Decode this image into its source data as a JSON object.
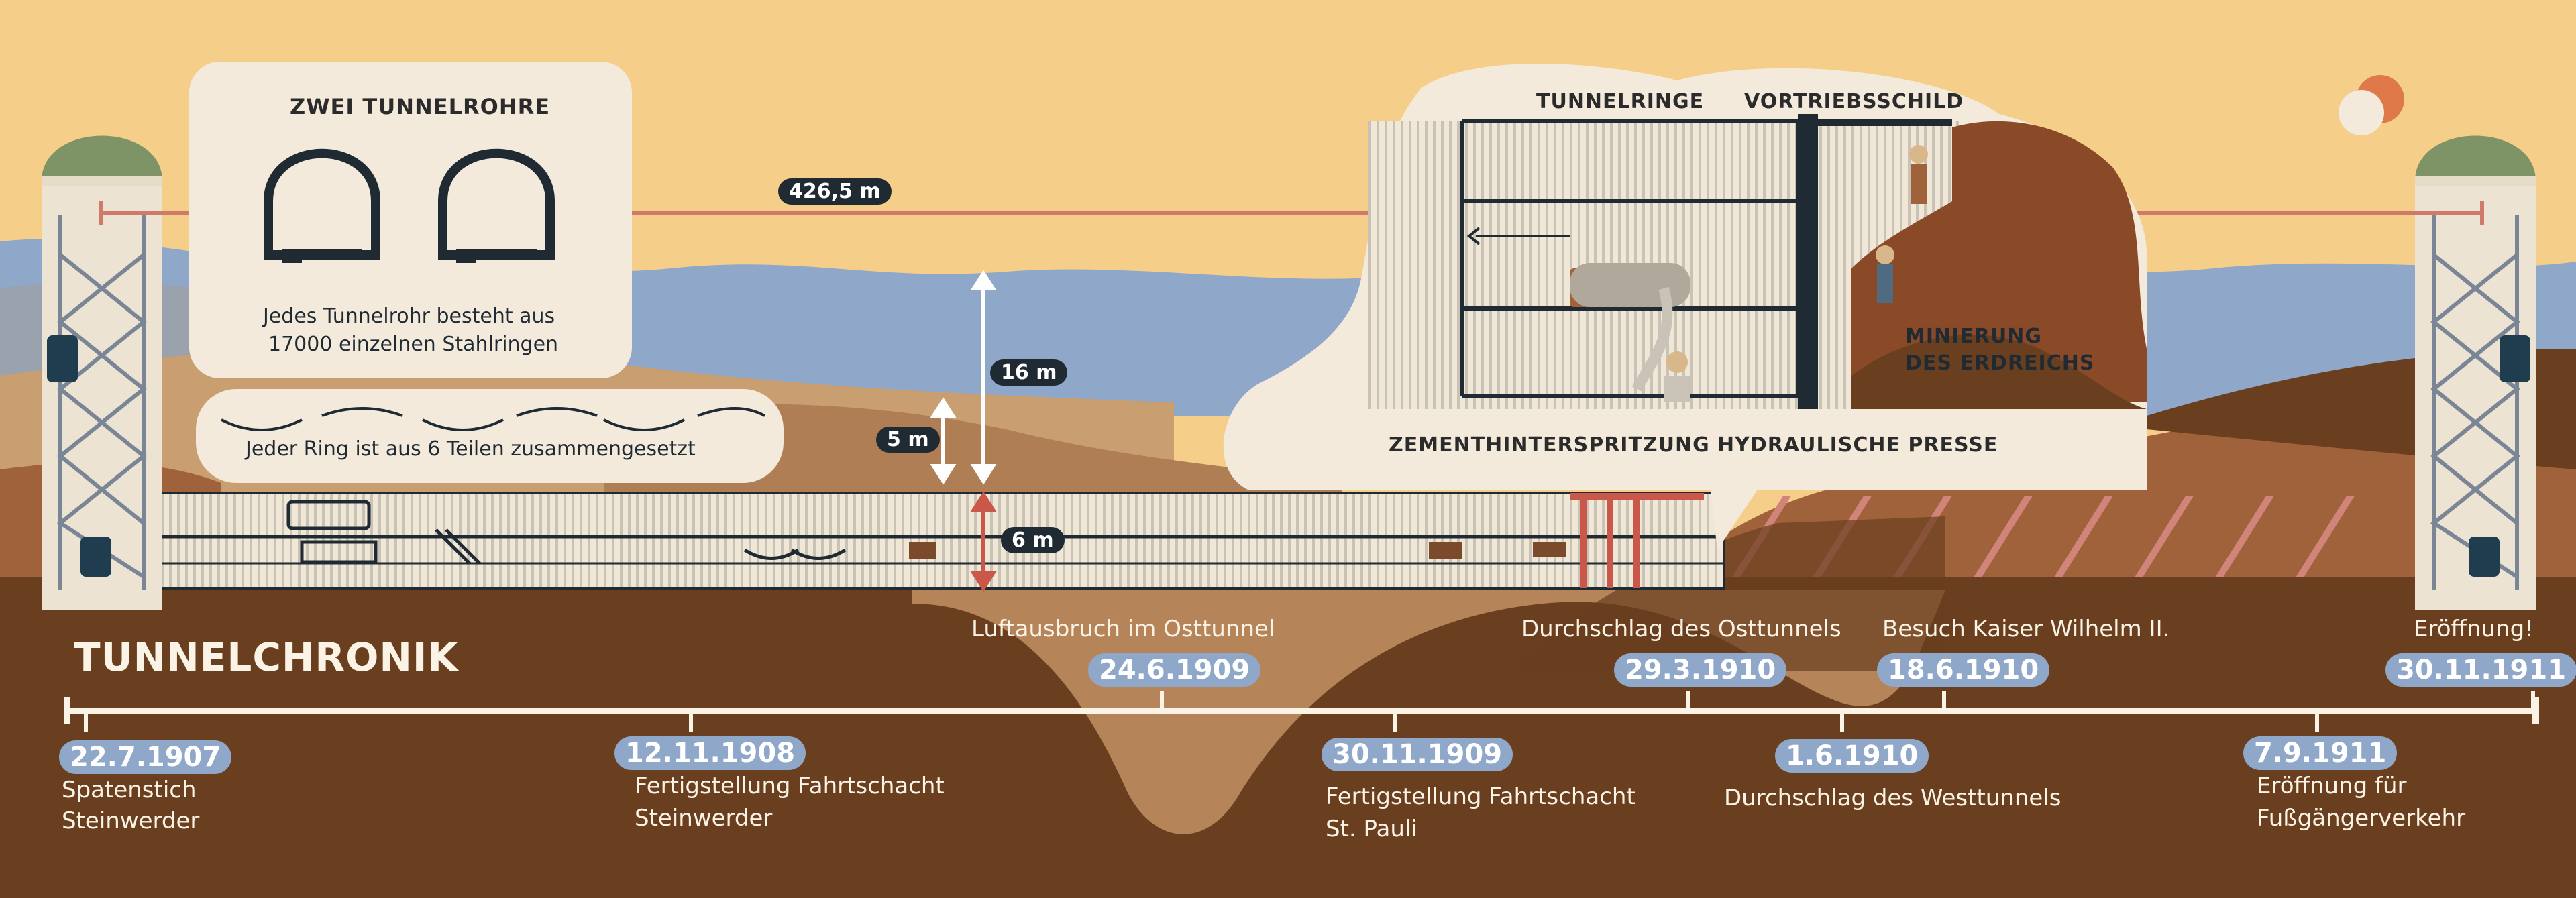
{
  "infobox": {
    "title": "ZWEI TUNNELROHRE",
    "ring_text_1": "Jedes Tunnelrohr besteht aus",
    "ring_text_2": "17000 einzelnen Stahlringen",
    "segment_text": "Jeder Ring ist aus 6 Teilen zusammengesetzt"
  },
  "dimensions": {
    "length": "426,5 m",
    "depth_water": "16 m",
    "depth_ground": "5 m",
    "tube_diameter": "6 m"
  },
  "detail": {
    "tunnelringe": "TUNNELRINGE",
    "vortriebsschild": "VORTRIEBSSCHILD",
    "minierung_1": "MINIERUNG",
    "minierung_2": "DES ERDREICHS",
    "zement": "ZEMENTHINTERSPRITZUNG",
    "presse": "HYDRAULISCHE PRESSE"
  },
  "chronik": {
    "title": "TUNNELCHRONIK",
    "events_top": [
      {
        "date": "24.6.1909",
        "text": "Luftausbruch im Osttunnel"
      },
      {
        "date": "29.3.1910",
        "text": "Durchschlag des Osttunnels"
      },
      {
        "date": "18.6.1910",
        "text": "Besuch Kaiser Wilhelm II."
      },
      {
        "date": "30.11.1911",
        "text": "Eröffnung!"
      }
    ],
    "events_bottom": [
      {
        "date": "22.7.1907",
        "line1": "Spatenstich",
        "line2": "Steinwerder"
      },
      {
        "date": "12.11.1908",
        "line1": "Fertigstellung Fahrtschacht",
        "line2": "Steinwerder"
      },
      {
        "date": "30.11.1909",
        "line1": "Fertigstellung Fahrtschacht",
        "line2": "St. Pauli"
      },
      {
        "date": "1.6.1910",
        "line1": "Durchschlag des Westtunnels",
        "line2": ""
      },
      {
        "date": "7.9.1911",
        "line1": "Eröffnung für",
        "line2": "Fußgängerverkehr"
      }
    ]
  },
  "colors": {
    "sky": "#f5cf8a",
    "water": "#8fa7c8",
    "earth_dark": "#6a3f1f",
    "earth_mid": "#a0623a",
    "sand": "#c79a6a",
    "cream": "#f3eadb",
    "ink": "#1f2a33",
    "dome": "#7f9466",
    "measure_red": "#d07a6c"
  }
}
